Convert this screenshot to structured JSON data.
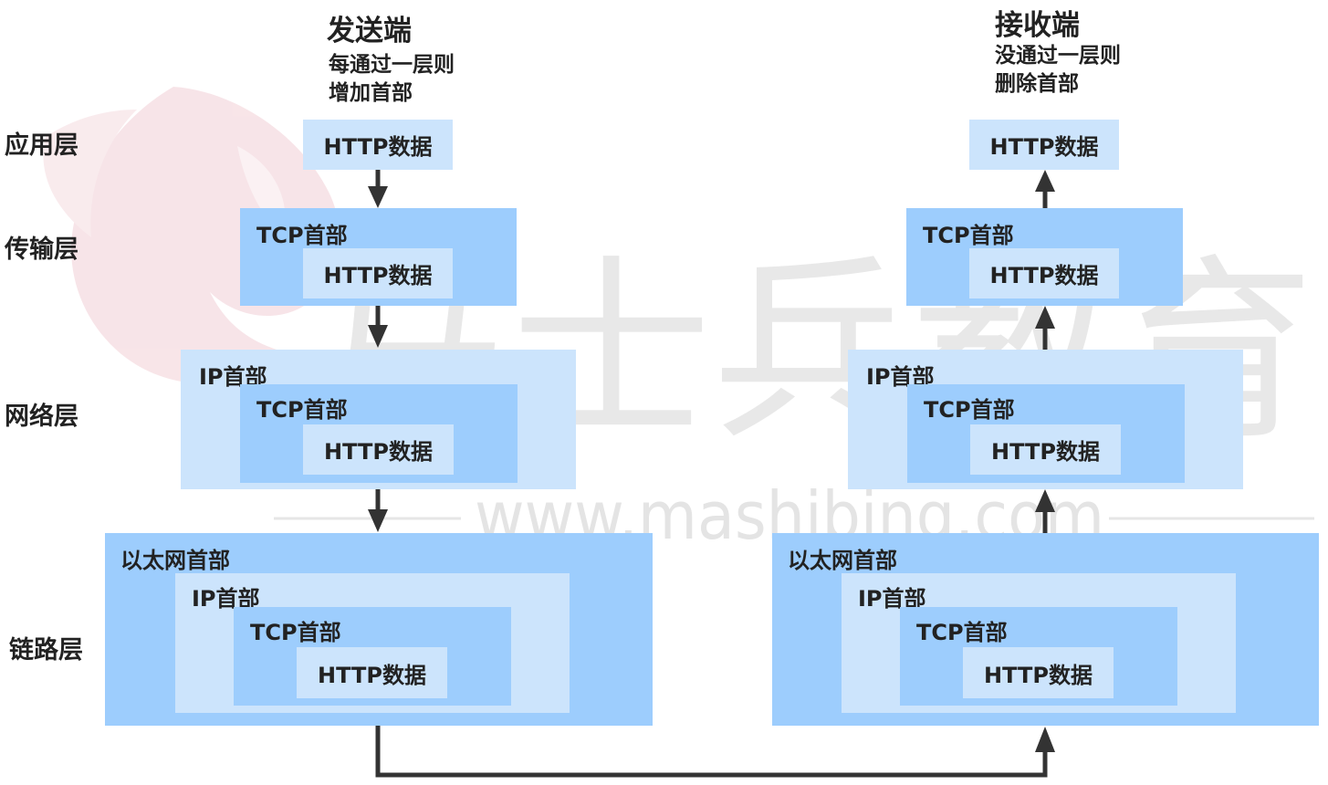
{
  "watermark": {
    "text": "马士兵教育",
    "url": "www.mashibing.com"
  },
  "sender": {
    "title": "发送端",
    "note_line1": "每通过一层则",
    "note_line2": "增加首部"
  },
  "receiver": {
    "title": "接收端",
    "note_line1": "没通过一层则",
    "note_line2": "删除首部"
  },
  "layers": {
    "application": "应用层",
    "transport": "传输层",
    "network": "网络层",
    "link": "链路层"
  },
  "labels": {
    "http": "HTTP数据",
    "tcp": "TCP首部",
    "ip": "IP首部",
    "ethernet": "以太网首部"
  },
  "colors": {
    "dark_box": "#9dcdfd",
    "light_box": "#cce4fc",
    "arrow": "#333333"
  }
}
